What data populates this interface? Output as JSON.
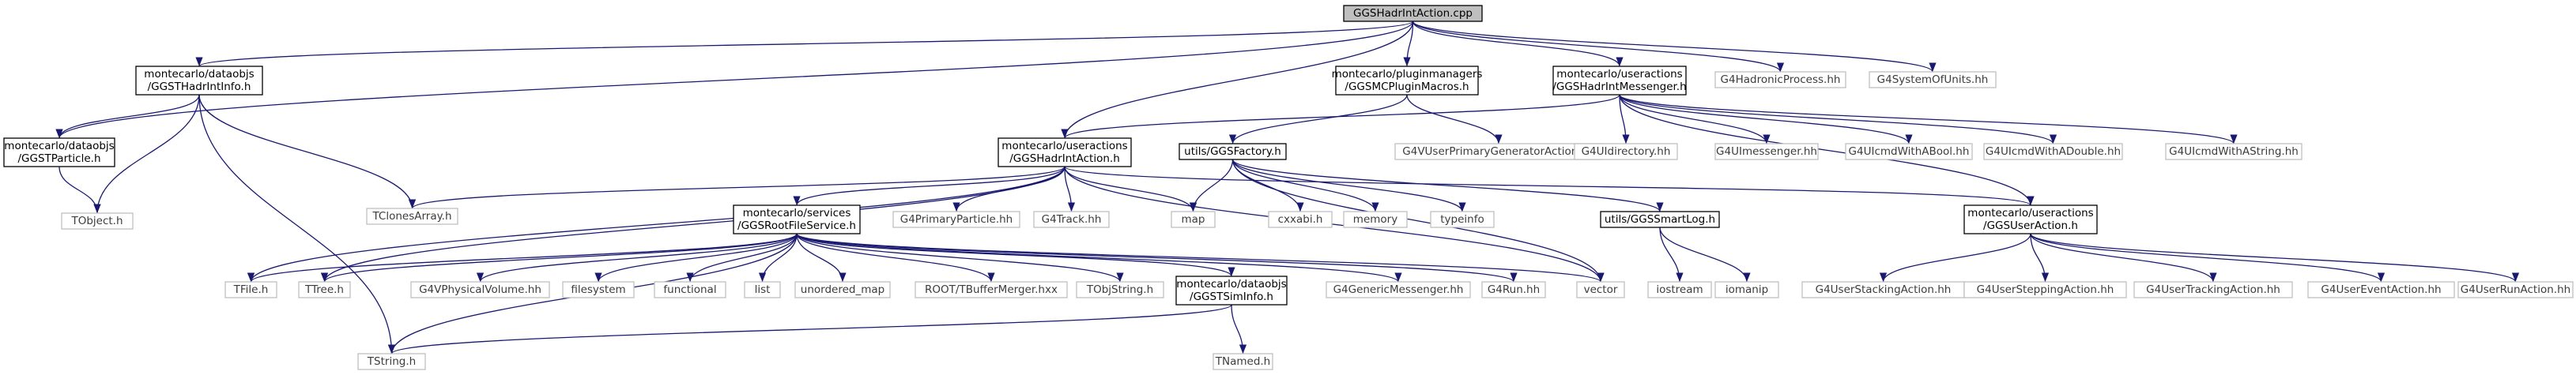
{
  "colors": {
    "edge": "#191970",
    "border_local": "#000000",
    "border_external": "#bfbfbf",
    "root_fill": "#bfbfbf",
    "node_fill": "#ffffff"
  },
  "nodes": [
    {
      "id": "root",
      "lines": [
        "GGSHadrIntAction.cpp"
      ],
      "kind": "root"
    },
    {
      "id": "ggsthadrintinfo",
      "lines": [
        "montecarlo/dataobjs",
        "/GGSTHadrIntInfo.h"
      ],
      "kind": "local"
    },
    {
      "id": "pluginmacros",
      "lines": [
        "montecarlo/pluginmanagers",
        "/GGSMCPluginMacros.h"
      ],
      "kind": "local"
    },
    {
      "id": "messenger",
      "lines": [
        "montecarlo/useractions",
        "/GGSHadrIntMessenger.h"
      ],
      "kind": "local"
    },
    {
      "id": "g4hadronic",
      "lines": [
        "G4HadronicProcess.hh"
      ],
      "kind": "external"
    },
    {
      "id": "g4units",
      "lines": [
        "G4SystemOfUnits.hh"
      ],
      "kind": "external"
    },
    {
      "id": "ggstparticle",
      "lines": [
        "montecarlo/dataobjs",
        "/GGSTParticle.h"
      ],
      "kind": "local"
    },
    {
      "id": "hadrintaction",
      "lines": [
        "montecarlo/useractions",
        "/GGSHadrIntAction.h"
      ],
      "kind": "local"
    },
    {
      "id": "ggsfactory",
      "lines": [
        "utils/GGSFactory.h"
      ],
      "kind": "local"
    },
    {
      "id": "g4vprimary",
      "lines": [
        "G4VUserPrimaryGeneratorAction.hh"
      ],
      "kind": "external"
    },
    {
      "id": "g4uidir",
      "lines": [
        "G4UIdirectory.hh"
      ],
      "kind": "external"
    },
    {
      "id": "g4uimess",
      "lines": [
        "G4UImessenger.hh"
      ],
      "kind": "external"
    },
    {
      "id": "g4uibool",
      "lines": [
        "G4UIcmdWithABool.hh"
      ],
      "kind": "external"
    },
    {
      "id": "g4uidouble",
      "lines": [
        "G4UIcmdWithADouble.hh"
      ],
      "kind": "external"
    },
    {
      "id": "g4uistring",
      "lines": [
        "G4UIcmdWithAString.hh"
      ],
      "kind": "external"
    },
    {
      "id": "tobject",
      "lines": [
        "TObject.h"
      ],
      "kind": "external"
    },
    {
      "id": "tclones",
      "lines": [
        "TClonesArray.h"
      ],
      "kind": "external"
    },
    {
      "id": "rootfileservice",
      "lines": [
        "montecarlo/services",
        "/GGSRootFileService.h"
      ],
      "kind": "local"
    },
    {
      "id": "g4primarypart",
      "lines": [
        "G4PrimaryParticle.hh"
      ],
      "kind": "external"
    },
    {
      "id": "g4track",
      "lines": [
        "G4Track.hh"
      ],
      "kind": "external"
    },
    {
      "id": "map",
      "lines": [
        "map"
      ],
      "kind": "external"
    },
    {
      "id": "cxxabi",
      "lines": [
        "cxxabi.h"
      ],
      "kind": "external"
    },
    {
      "id": "memory",
      "lines": [
        "memory"
      ],
      "kind": "external"
    },
    {
      "id": "typeinfo",
      "lines": [
        "typeinfo"
      ],
      "kind": "external"
    },
    {
      "id": "smartlog",
      "lines": [
        "utils/GGSSmartLog.h"
      ],
      "kind": "local"
    },
    {
      "id": "useraction",
      "lines": [
        "montecarlo/useractions",
        "/GGSUserAction.h"
      ],
      "kind": "local"
    },
    {
      "id": "tfile",
      "lines": [
        "TFile.h"
      ],
      "kind": "external"
    },
    {
      "id": "ttree",
      "lines": [
        "TTree.h"
      ],
      "kind": "external"
    },
    {
      "id": "g4vphys",
      "lines": [
        "G4VPhysicalVolume.hh"
      ],
      "kind": "external"
    },
    {
      "id": "filesystem",
      "lines": [
        "filesystem"
      ],
      "kind": "external"
    },
    {
      "id": "functional",
      "lines": [
        "functional"
      ],
      "kind": "external"
    },
    {
      "id": "list",
      "lines": [
        "list"
      ],
      "kind": "external"
    },
    {
      "id": "unordered_map",
      "lines": [
        "unordered_map"
      ],
      "kind": "external"
    },
    {
      "id": "tbuffermerger",
      "lines": [
        "ROOT/TBufferMerger.hxx"
      ],
      "kind": "external"
    },
    {
      "id": "tobjstring",
      "lines": [
        "TObjString.h"
      ],
      "kind": "external"
    },
    {
      "id": "ggstsiminfo",
      "lines": [
        "montecarlo/dataobjs",
        "/GGSTSimInfo.h"
      ],
      "kind": "local"
    },
    {
      "id": "g4genericmess",
      "lines": [
        "G4GenericMessenger.hh"
      ],
      "kind": "external"
    },
    {
      "id": "g4run",
      "lines": [
        "G4Run.hh"
      ],
      "kind": "external"
    },
    {
      "id": "vector",
      "lines": [
        "vector"
      ],
      "kind": "external"
    },
    {
      "id": "iostream",
      "lines": [
        "iostream"
      ],
      "kind": "external"
    },
    {
      "id": "iomanip",
      "lines": [
        "iomanip"
      ],
      "kind": "external"
    },
    {
      "id": "g4stacking",
      "lines": [
        "G4UserStackingAction.hh"
      ],
      "kind": "external"
    },
    {
      "id": "g4stepping",
      "lines": [
        "G4UserSteppingAction.hh"
      ],
      "kind": "external"
    },
    {
      "id": "g4tracking",
      "lines": [
        "G4UserTrackingAction.hh"
      ],
      "kind": "external"
    },
    {
      "id": "g4event",
      "lines": [
        "G4UserEventAction.hh"
      ],
      "kind": "external"
    },
    {
      "id": "g4runaction",
      "lines": [
        "G4UserRunAction.hh"
      ],
      "kind": "external"
    },
    {
      "id": "tstring",
      "lines": [
        "TString.h"
      ],
      "kind": "external"
    },
    {
      "id": "tnamed",
      "lines": [
        "TNamed.h"
      ],
      "kind": "external"
    }
  ],
  "edges": [
    [
      "root",
      "ggsthadrintinfo"
    ],
    [
      "root",
      "ggstparticle"
    ],
    [
      "root",
      "pluginmacros"
    ],
    [
      "root",
      "hadrintaction"
    ],
    [
      "root",
      "messenger"
    ],
    [
      "root",
      "g4hadronic"
    ],
    [
      "root",
      "g4units"
    ],
    [
      "ggsthadrintinfo",
      "ggstparticle"
    ],
    [
      "ggsthadrintinfo",
      "tobject"
    ],
    [
      "ggsthadrintinfo",
      "tclones"
    ],
    [
      "ggsthadrintinfo",
      "tstring"
    ],
    [
      "ggstparticle",
      "tobject"
    ],
    [
      "pluginmacros",
      "ggsfactory"
    ],
    [
      "pluginmacros",
      "g4vprimary"
    ],
    [
      "messenger",
      "hadrintaction"
    ],
    [
      "messenger",
      "useraction"
    ],
    [
      "messenger",
      "g4uidir"
    ],
    [
      "messenger",
      "g4uimess"
    ],
    [
      "messenger",
      "g4uibool"
    ],
    [
      "messenger",
      "g4uidouble"
    ],
    [
      "messenger",
      "g4uistring"
    ],
    [
      "hadrintaction",
      "tclones"
    ],
    [
      "hadrintaction",
      "tfile"
    ],
    [
      "hadrintaction",
      "ttree"
    ],
    [
      "hadrintaction",
      "rootfileservice"
    ],
    [
      "hadrintaction",
      "g4primarypart"
    ],
    [
      "hadrintaction",
      "g4track"
    ],
    [
      "hadrintaction",
      "map"
    ],
    [
      "hadrintaction",
      "vector"
    ],
    [
      "hadrintaction",
      "useraction"
    ],
    [
      "ggsfactory",
      "map"
    ],
    [
      "ggsfactory",
      "cxxabi"
    ],
    [
      "ggsfactory",
      "memory"
    ],
    [
      "ggsfactory",
      "typeinfo"
    ],
    [
      "ggsfactory",
      "smartlog"
    ],
    [
      "ggsfactory",
      "vector"
    ],
    [
      "smartlog",
      "iostream"
    ],
    [
      "smartlog",
      "iomanip"
    ],
    [
      "useraction",
      "g4stacking"
    ],
    [
      "useraction",
      "g4stepping"
    ],
    [
      "useraction",
      "g4tracking"
    ],
    [
      "useraction",
      "g4event"
    ],
    [
      "useraction",
      "g4runaction"
    ],
    [
      "rootfileservice",
      "tfile"
    ],
    [
      "rootfileservice",
      "ttree"
    ],
    [
      "rootfileservice",
      "tstring"
    ],
    [
      "rootfileservice",
      "g4vphys"
    ],
    [
      "rootfileservice",
      "filesystem"
    ],
    [
      "rootfileservice",
      "functional"
    ],
    [
      "rootfileservice",
      "list"
    ],
    [
      "rootfileservice",
      "unordered_map"
    ],
    [
      "rootfileservice",
      "tbuffermerger"
    ],
    [
      "rootfileservice",
      "tobjstring"
    ],
    [
      "rootfileservice",
      "ggstsiminfo"
    ],
    [
      "rootfileservice",
      "g4genericmess"
    ],
    [
      "rootfileservice",
      "g4run"
    ],
    [
      "rootfileservice",
      "vector"
    ],
    [
      "ggstsiminfo",
      "tstring"
    ],
    [
      "ggstsiminfo",
      "tnamed"
    ]
  ]
}
